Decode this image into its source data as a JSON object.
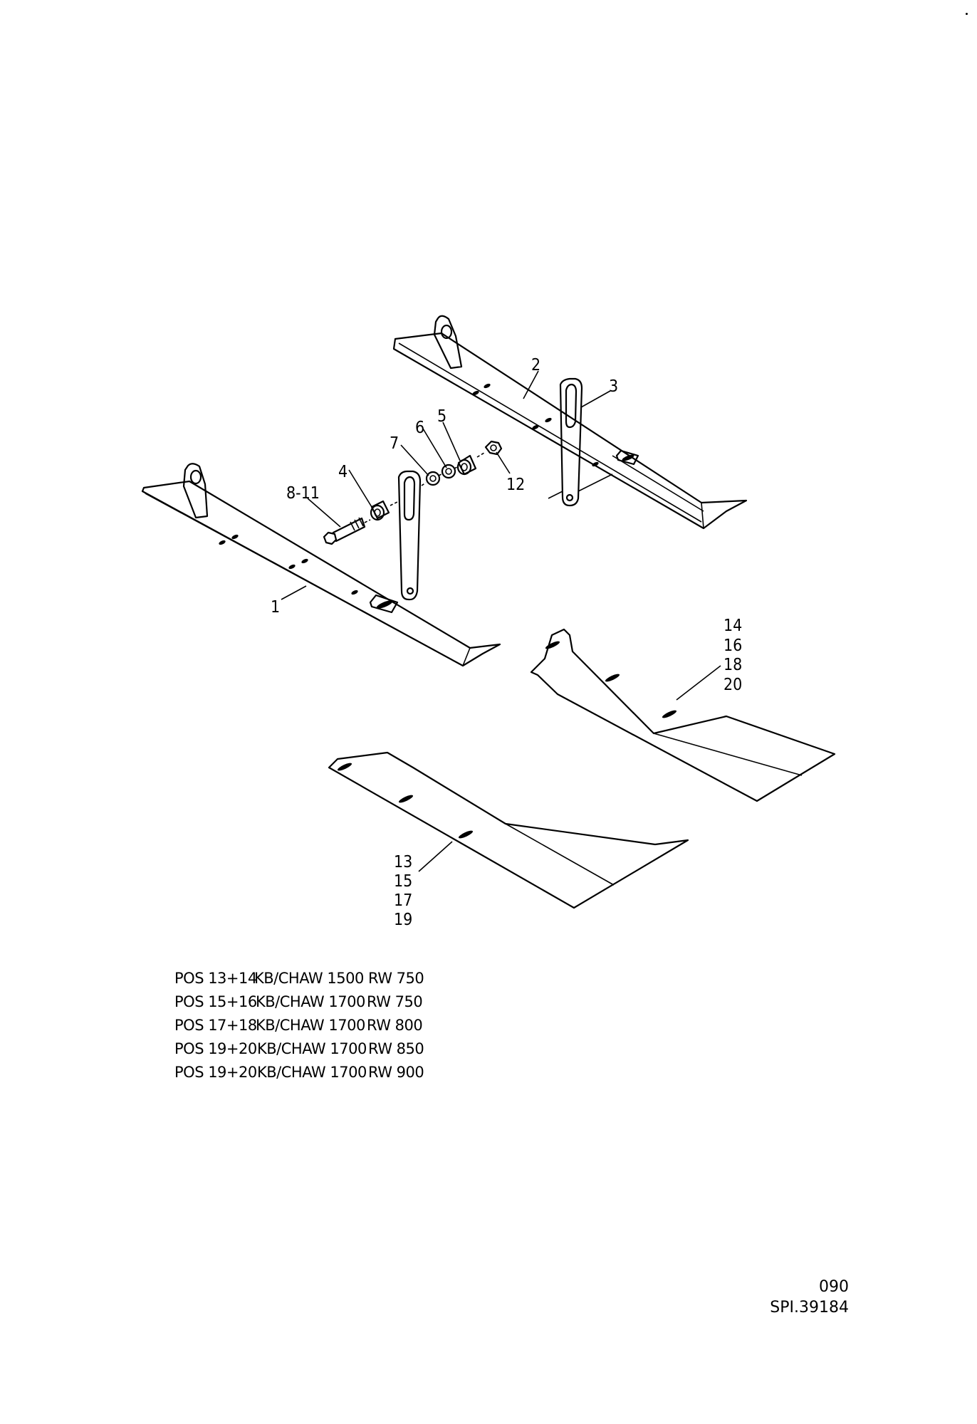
{
  "callouts": {
    "p1": "1",
    "p2": "2",
    "p3": "3",
    "p4": "4",
    "p5": "5",
    "p6": "6",
    "p7": "7",
    "p8_11": "8-11",
    "p12": "12",
    "group_even": [
      "14",
      "16",
      "18",
      "20"
    ],
    "group_odd": [
      "13",
      "15",
      "17",
      "19"
    ]
  },
  "legend": [
    {
      "pos": "POS 13+14",
      "kb": "KB/CHAW 1500",
      "rw": "RW 750"
    },
    {
      "pos": "POS 15+16",
      "kb": "KB/CHAW 1700",
      "rw": "RW 750"
    },
    {
      "pos": "POS 17+18",
      "kb": "KB/CHAW 1700",
      "rw": "RW 800"
    },
    {
      "pos": "POS 19+20",
      "kb": "KB/CHAW 1700",
      "rw": "RW 850"
    },
    {
      "pos": "POS 19+20",
      "kb": "KB/CHAW 1700",
      "rw": "RW 900"
    }
  ],
  "footer": {
    "page_number": "090",
    "drawing_ref": "SPI.39184"
  }
}
